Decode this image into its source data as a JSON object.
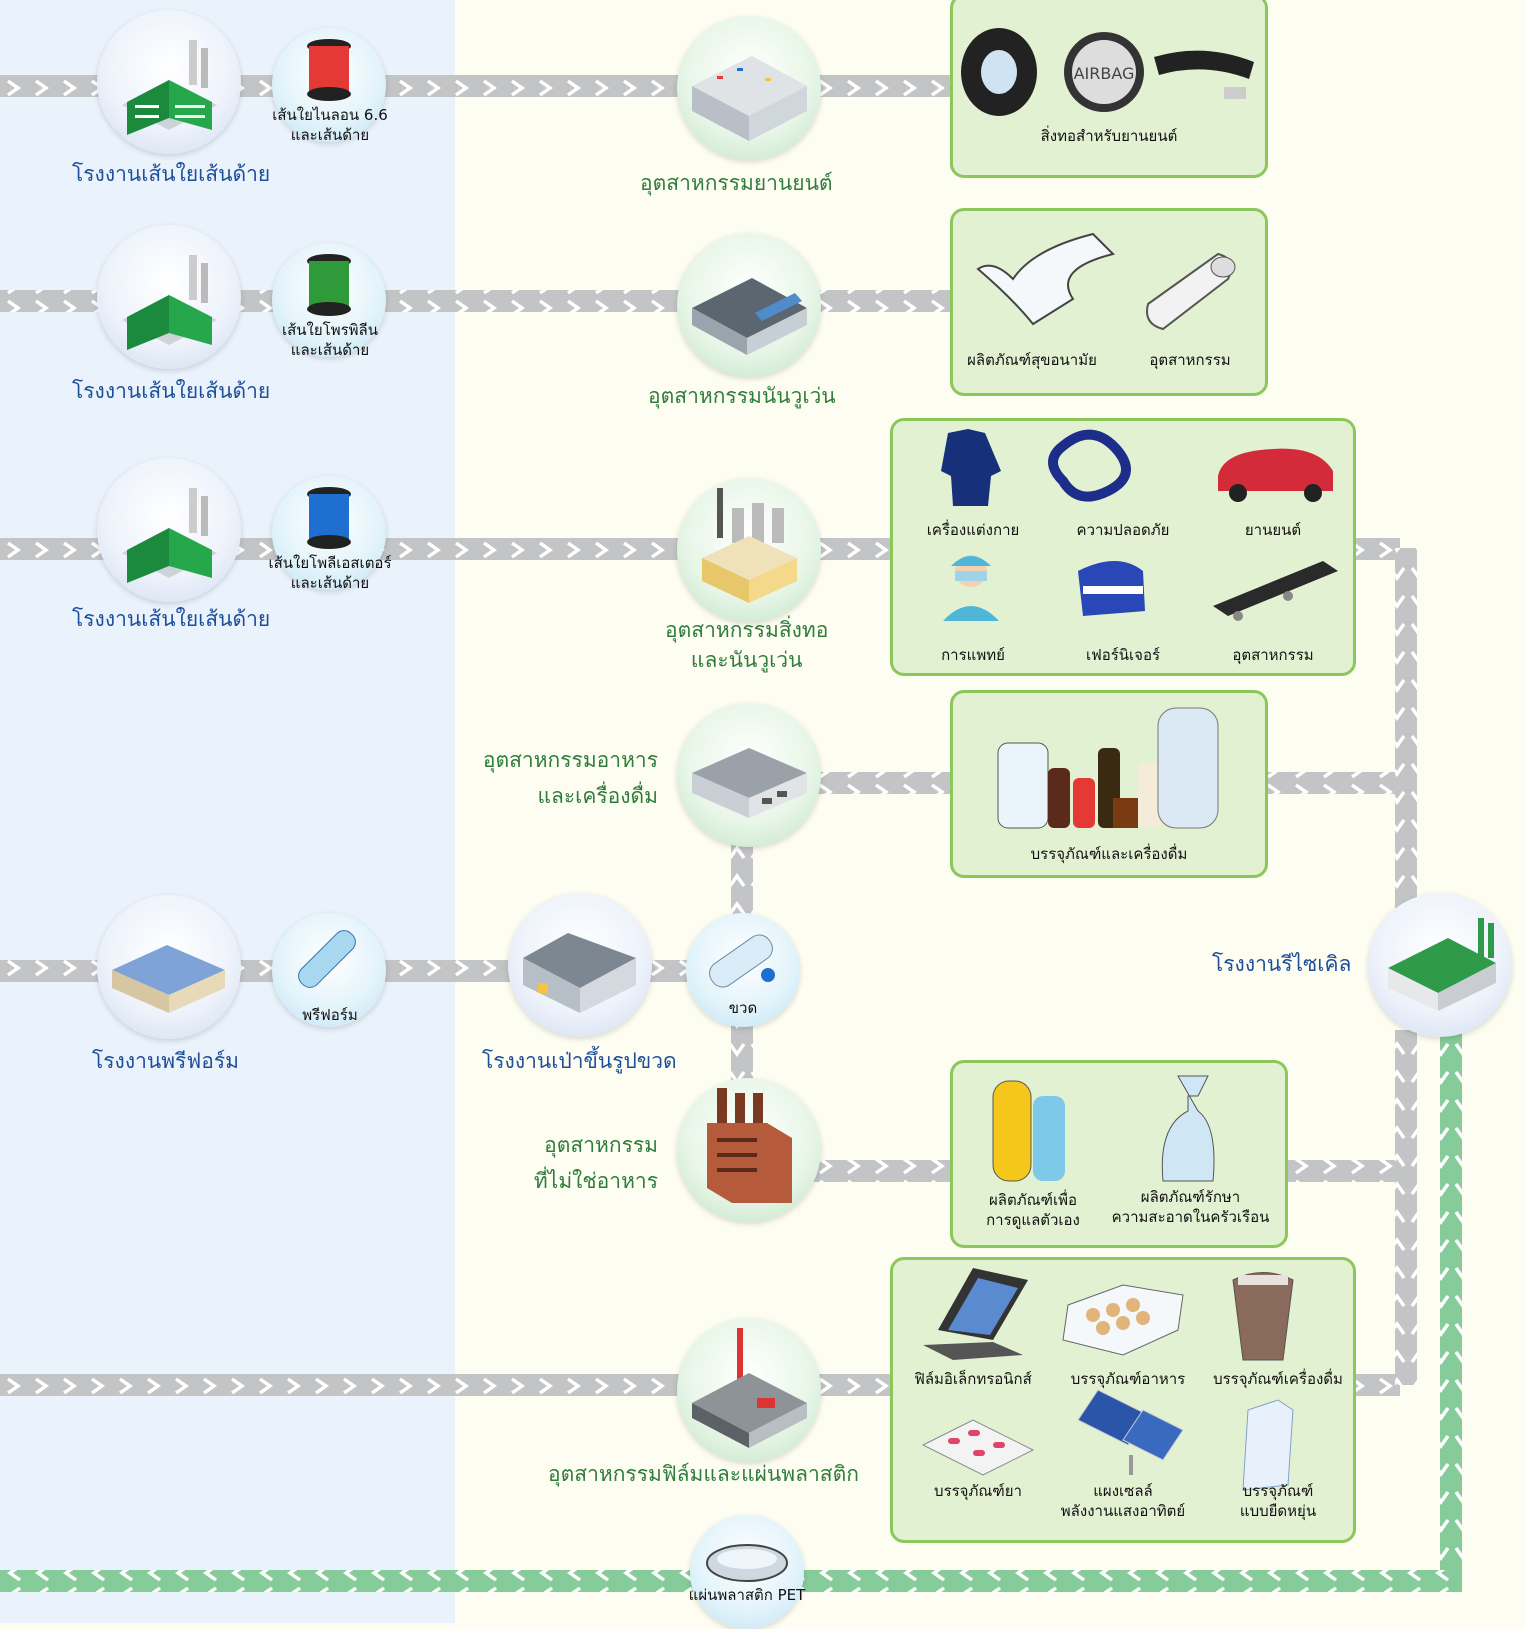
{
  "rows": [
    {
      "plant_label": "โรงงานเส้นใยเส้นด้าย",
      "material_label": "เส้นใยไนลอน 6.6\nและเส้นด้าย",
      "spool_color": "#e53935",
      "industry_label": "อุตสาหกรรมยานยนต์",
      "box_caption": "สิ่งทอสำหรับยานยนต์"
    },
    {
      "plant_label": "โรงงานเส้นใยเส้นด้าย",
      "material_label": "เส้นใยโพรพิลีน\nและเส้นด้าย",
      "spool_color": "#2e9a3a",
      "industry_label": "อุตสาหกรรมนันวูเว่น",
      "box_items": [
        "ผลิตภัณฑ์สุขอนามัย",
        "อุตสาหกรรม"
      ]
    },
    {
      "plant_label": "โรงงานเส้นใยเส้นด้าย",
      "material_label": "เส้นใยโพลีเอสเตอร์\nและเส้นด้าย",
      "spool_color": "#1e6fd0",
      "industry_label": "อุตสาหกรรมสิ่งทอ\nและนันวูเว่น",
      "box_items": [
        "เครื่องแต่งกาย",
        "ความปลอดภัย",
        "ยานยนต์",
        "การแพทย์",
        "เฟอร์นิเจอร์",
        "อุตสาหกรรม"
      ]
    }
  ],
  "food": {
    "industry_label": "อุตสาหกรรมอาหาร\nและเครื่องดื่ม",
    "box_caption": "บรรจุภัณฑ์และเครื่องดื่ม"
  },
  "preform": {
    "plant_label": "โรงงานพรีฟอร์ม",
    "material_label": "พรีฟอร์ม",
    "blow_label": "โรงงานเป่าขึ้นรูปขวด",
    "bottle_label": "ขวด"
  },
  "nonfood": {
    "industry_label": "อุตสาหกรรม\nที่ไม่ใช่อาหาร",
    "box_items": [
      "ผลิตภัณฑ์เพื่อ\nการดูแลตัวเอง",
      "ผลิตภัณฑ์รักษา\nความสะอาดในครัวเรือน"
    ]
  },
  "film": {
    "industry_label": "อุตสาหกรรมฟิล์มและแผ่นพลาสติก",
    "box_items": [
      "ฟิล์มอิเล็กทรอนิกส์",
      "บรรจุภัณฑ์อาหาร",
      "บรรจุภัณฑ์เครื่องดื่ม",
      "บรรจุภัณฑ์ยา",
      "แผงเซลล์\nพลังงานแสงอาทิตย์",
      "บรรจุภัณฑ์\nแบบยืดหยุ่น"
    ]
  },
  "recycle": {
    "label": "โรงงานรีไซเคิล"
  },
  "pet_sheet": {
    "label": "แผ่นพลาสติก PET"
  },
  "colors": {
    "flow_gray": "#c3c4c6",
    "flow_green": "#86cc9a",
    "text_blue": "#1e4f9a",
    "text_green": "#2f7d3c",
    "box_fill": "#e3f1d3",
    "box_border": "#8cc75c"
  }
}
